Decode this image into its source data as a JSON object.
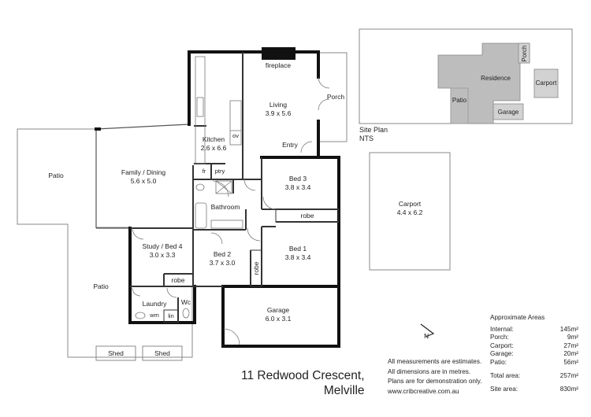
{
  "rooms": {
    "patio_left": "Patio",
    "family_dining": {
      "name": "Family / Dining",
      "dim": "5.6 x 5.0"
    },
    "kitchen": {
      "name": "Kitchen",
      "dim": "2.6 x 6.6"
    },
    "ov": "ov",
    "fr": "fr",
    "ptry": "ptry",
    "fireplace": "fireplace",
    "living": {
      "name": "Living",
      "dim": "3.9 x 5.6"
    },
    "porch": "Porch",
    "entry": "Entry",
    "bed3": {
      "name": "Bed 3",
      "dim": "3.8 x 3.4"
    },
    "bathroom": "Bathroom",
    "robe_bed1": "robe",
    "bed1": {
      "name": "Bed 1",
      "dim": "3.8 x 3.4"
    },
    "bed2": {
      "name": "Bed 2",
      "dim": "3.7 x 3.0"
    },
    "robe_bed2": "robe",
    "study": {
      "name": "Study / Bed 4",
      "dim": "3.0 x 3.3"
    },
    "robe_study": "robe",
    "patio_bottom": "Patio",
    "laundry": "Laundry",
    "wc": "Wc",
    "wm": "wm",
    "lin": "lin",
    "garage": {
      "name": "Garage",
      "dim": "6.0 x 3.1"
    },
    "shed1": "Shed",
    "shed2": "Shed",
    "carport": {
      "name": "Carport",
      "dim": "4.4 x 6.2"
    }
  },
  "site_plan": {
    "title": "Site Plan",
    "scale": "NTS",
    "residence": "Residence",
    "patio": "Patio",
    "porch": "Porch",
    "carport": "Carport",
    "garage": "Garage"
  },
  "north_symbol": "N",
  "address": {
    "line1": "11 Redwood Crescent,",
    "line2": "Melville"
  },
  "notes": [
    "All measurements are estimates.",
    "All dimensions are in metres.",
    "Plans are for demonstration only.",
    "www.cribcreative.com.au"
  ],
  "areas": {
    "title": "Approximate Areas",
    "items": [
      {
        "label": "Internal:",
        "value": "145m²"
      },
      {
        "label": "Porch:",
        "value": "9m²"
      },
      {
        "label": "Carport:",
        "value": "27m²"
      },
      {
        "label": "Garage:",
        "value": "20m²"
      },
      {
        "label": "Patio:",
        "value": "56m²"
      }
    ],
    "total": {
      "label": "Total area:",
      "value": "257m²"
    },
    "site": {
      "label": "Site area:",
      "value": "830m²"
    }
  },
  "colors": {
    "wall": "#111111",
    "outline": "#888888",
    "site_fill": "#bdbdbd"
  }
}
